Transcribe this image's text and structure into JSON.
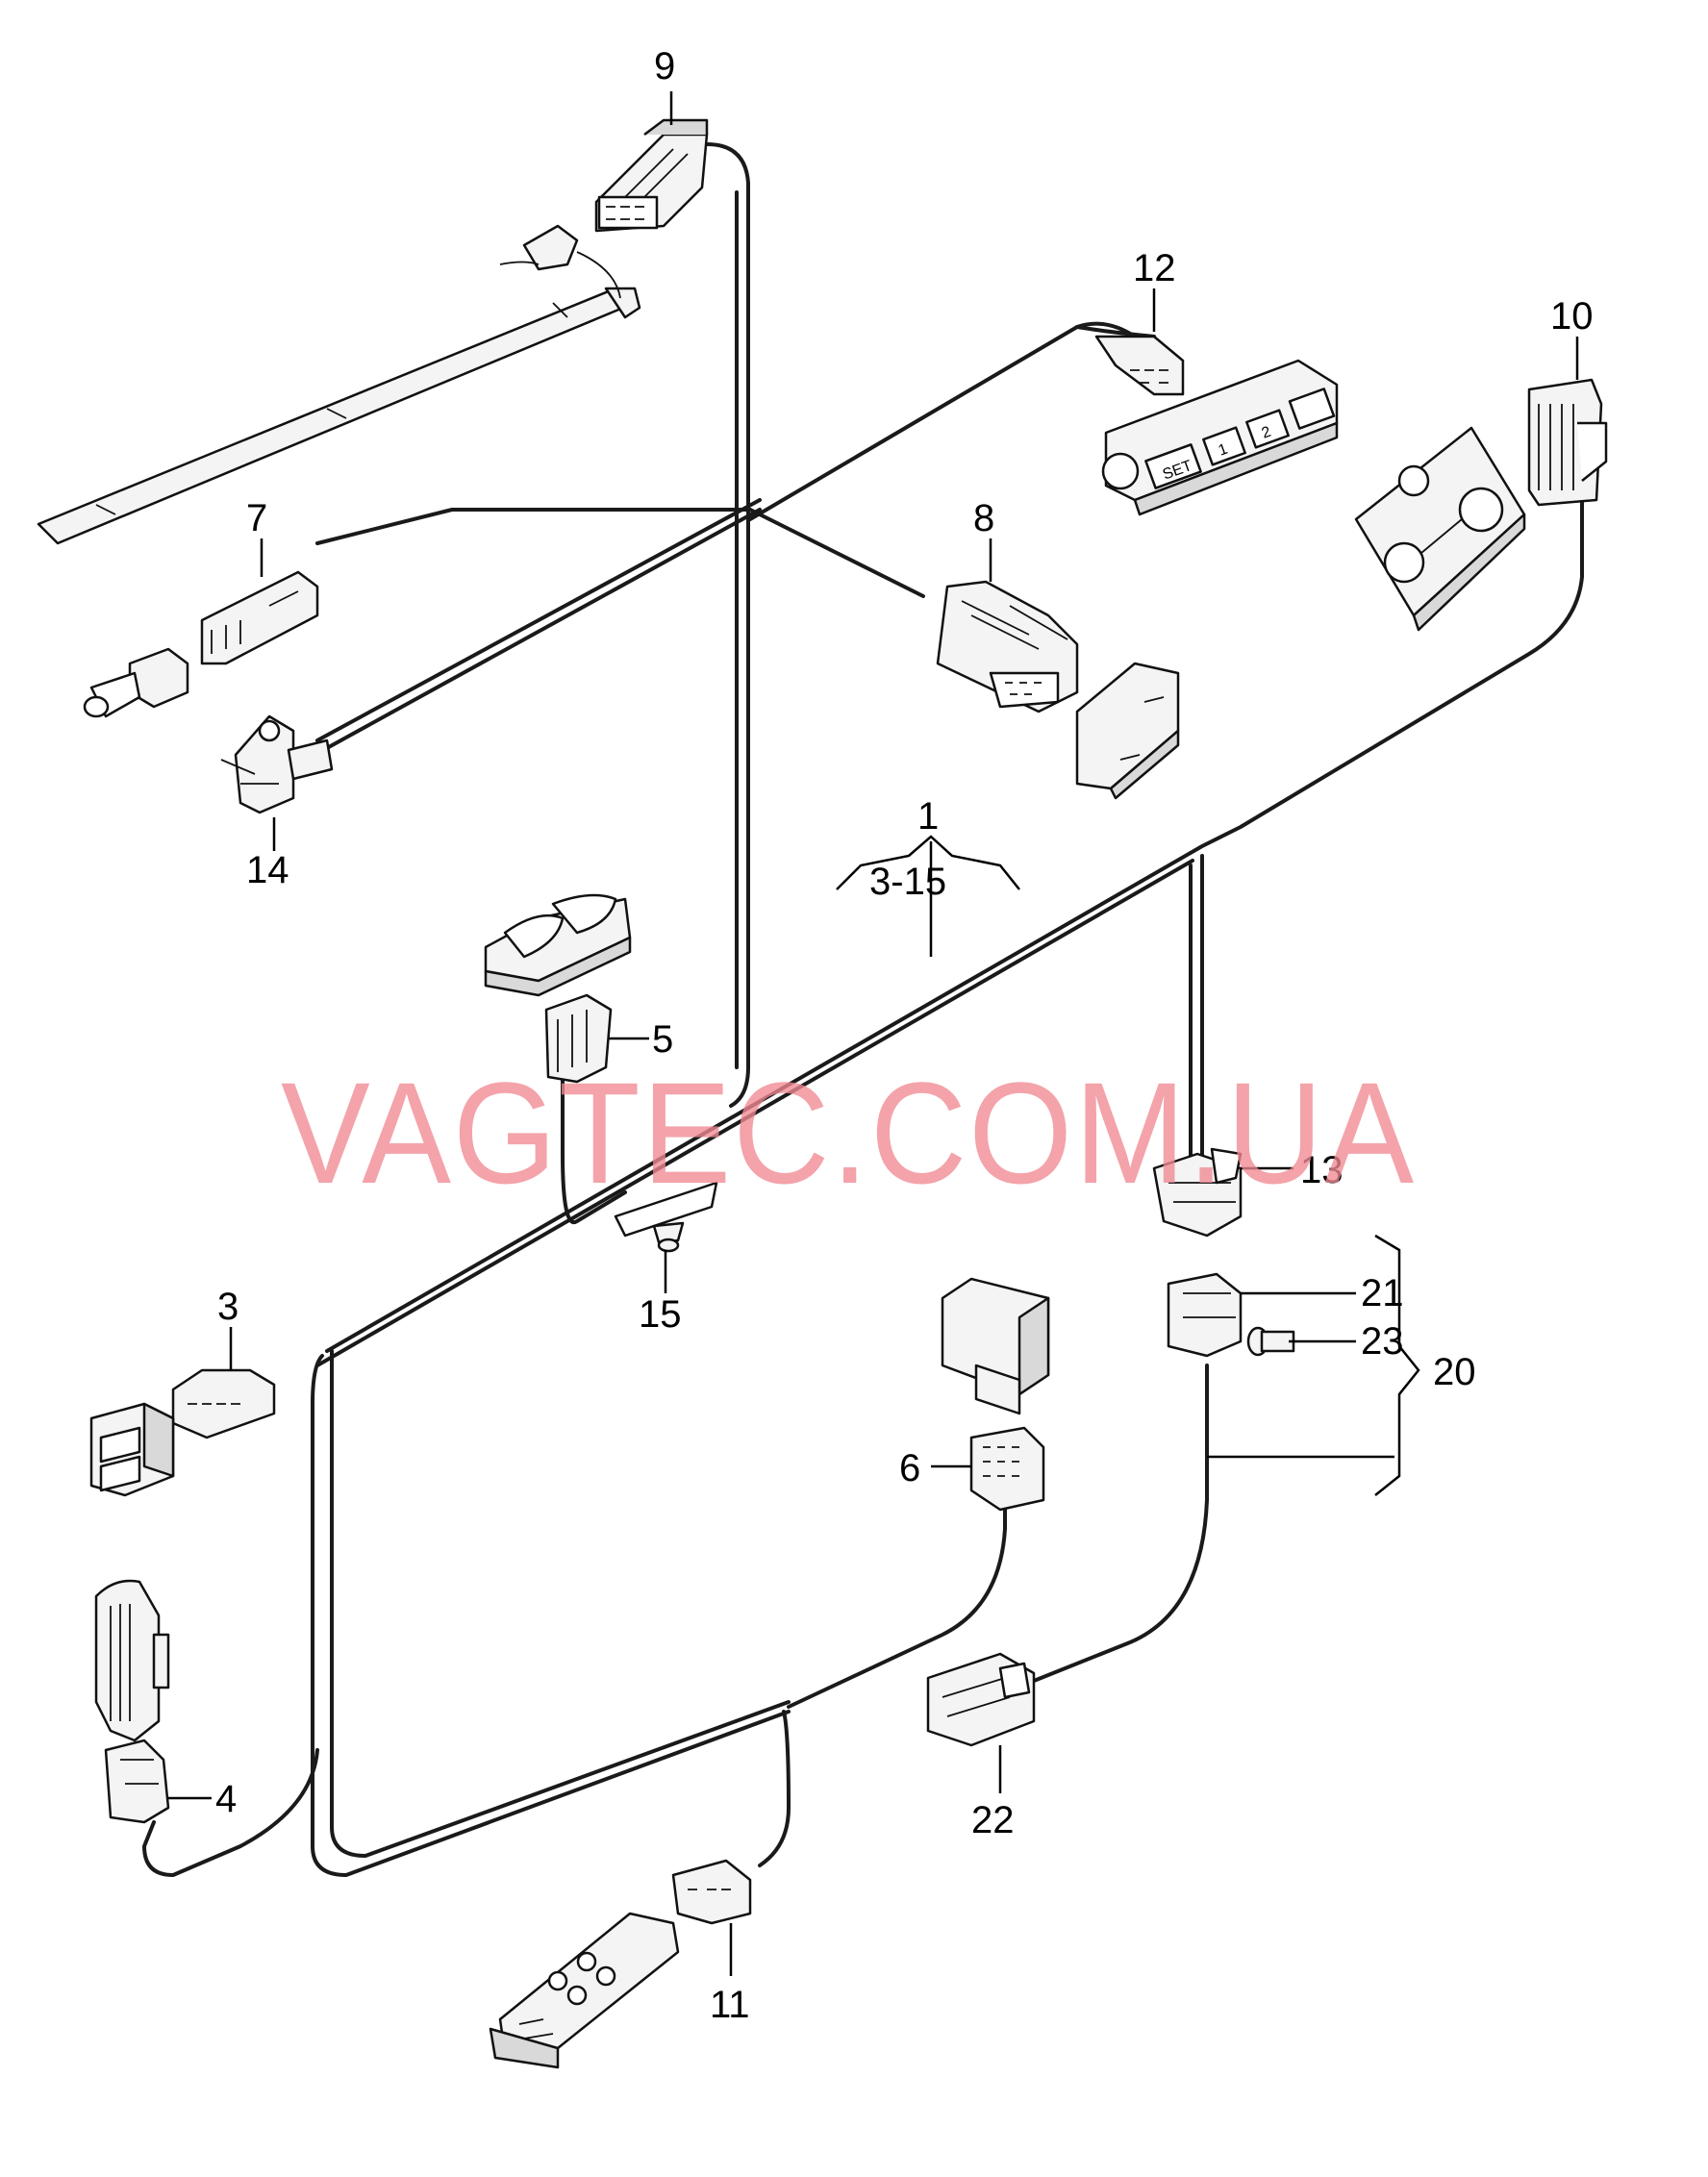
{
  "watermark": "VAGTEC.COM.UA",
  "callouts": {
    "c1": "1",
    "c1_range": "3-15",
    "c3": "3",
    "c4": "4",
    "c5": "5",
    "c6": "6",
    "c7": "7",
    "c8": "8",
    "c9": "9",
    "c10": "10",
    "c11": "11",
    "c12": "12",
    "c13": "13",
    "c14": "14",
    "c15": "15",
    "c20": "20",
    "c21": "21",
    "c22": "22",
    "c23": "23"
  },
  "switch_labels": {
    "set": "SET",
    "mem1": "1",
    "mem2": "2"
  },
  "colors": {
    "watermark": "#f08a92",
    "line": "#1a1a1a"
  }
}
